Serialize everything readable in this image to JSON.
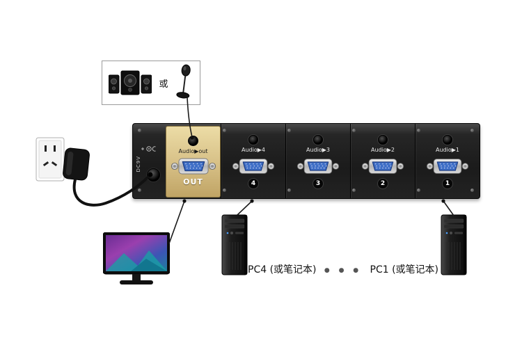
{
  "device": {
    "dc_label": "DC9V",
    "output": {
      "audio_label": "Audio▶out",
      "port_label": "OUT"
    },
    "ports": [
      {
        "audio_label": "Audio▶4",
        "number": "4"
      },
      {
        "audio_label": "Audio▶3",
        "number": "3"
      },
      {
        "audio_label": "Audio▶2",
        "number": "2"
      },
      {
        "audio_label": "Audio▶1",
        "number": "1"
      }
    ]
  },
  "accessories": {
    "or_label": "或"
  },
  "computers": {
    "pc4_label": "PC4 (或笔记本)",
    "dots": "● ● ●",
    "pc1_label": "PC1 (或笔记本)"
  },
  "colors": {
    "panel_black": "#1c1c1c",
    "panel_gold": "#d6bf85",
    "vga_blue": "#3f6fc7",
    "background": "#ffffff"
  }
}
